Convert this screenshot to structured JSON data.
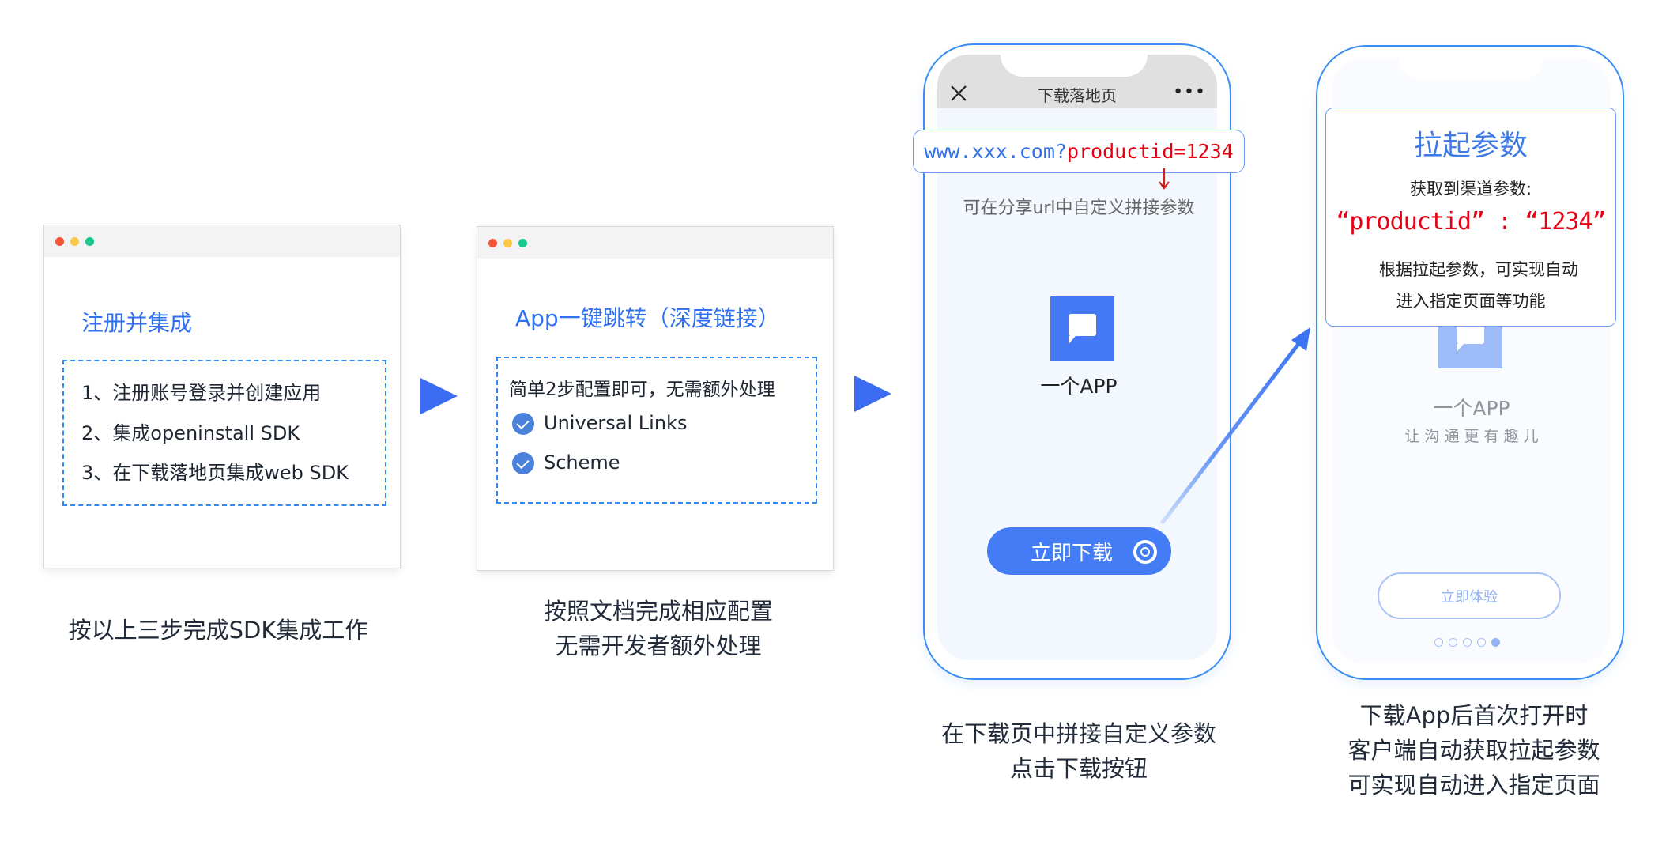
{
  "colors": {
    "accent_blue": "#2f6ff1",
    "arrow_blue": "#3b6cf2",
    "dashed_border": "#2f8af5",
    "param_red": "#e60012",
    "phone_border": "#3a8df2",
    "text_dark": "#222b3a",
    "dot_red": "#f5563a",
    "dot_yellow": "#f9c945",
    "dot_green": "#17c98e"
  },
  "steps": [
    {
      "card": {
        "title": "注册并集成",
        "items": [
          "1、注册账号登录并创建应用",
          "2、集成openinstall SDK",
          "3、在下载落地页集成web SDK"
        ]
      },
      "caption": [
        "按以上三步完成SDK集成工作"
      ]
    },
    {
      "card": {
        "title": "App一键跳转（深度链接）",
        "intro": "简单2步配置即可，无需额外处理",
        "checks": [
          "Universal Links",
          "Scheme"
        ]
      },
      "caption": [
        "按照文档完成相应配置",
        "无需开发者额外处理"
      ]
    },
    {
      "phone": {
        "nav_title": "下载落地页",
        "close_icon": "close-icon",
        "more_icon": "more-dots-icon",
        "url_base": "www.xxx.com?",
        "url_param": "productid=1234",
        "hint": "可在分享url中自定义拼接参数",
        "app_name": "一个APP",
        "download_button": "立即下载"
      },
      "caption": [
        "在下载页中拼接自定义参数",
        "点击下载按钮"
      ]
    },
    {
      "phone": {
        "popup_title": "拉起参数",
        "popup_label": "获取到渠道参数:",
        "popup_param": "“productid” : “1234”",
        "popup_desc_1": "根据拉起参数，可实现自动",
        "popup_desc_2": "进入指定页面等功能",
        "app_name": "一个APP",
        "app_slogan": "让 沟 通 更 有 趣 儿",
        "try_button": "立即体验",
        "page_dots": 5,
        "active_dot": 5
      },
      "caption": [
        "下载App后首次打开时",
        "客户端自动获取拉起参数",
        "可实现自动进入指定页面"
      ]
    }
  ]
}
